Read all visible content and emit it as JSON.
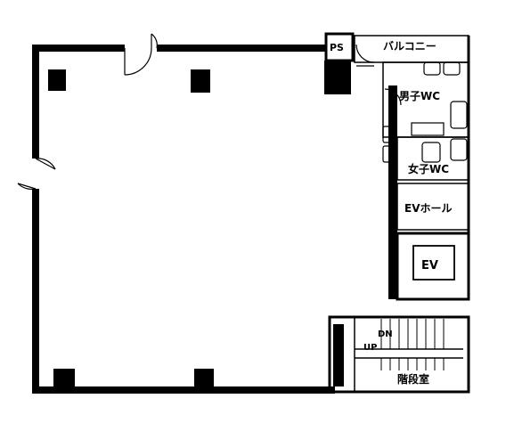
{
  "floor_plan": {
    "rooms": {
      "ps": "PS",
      "balcony": "バルコニー",
      "mens_wc": "男子WC",
      "womens_wc": "女子WC",
      "ev_hall": "EVホール",
      "ev": "EV",
      "stair_room": "階段室"
    },
    "stair_marks": {
      "down": "DN",
      "up": "UP"
    },
    "colors": {
      "wall": "#000000",
      "background": "#ffffff",
      "line": "#000000"
    }
  }
}
